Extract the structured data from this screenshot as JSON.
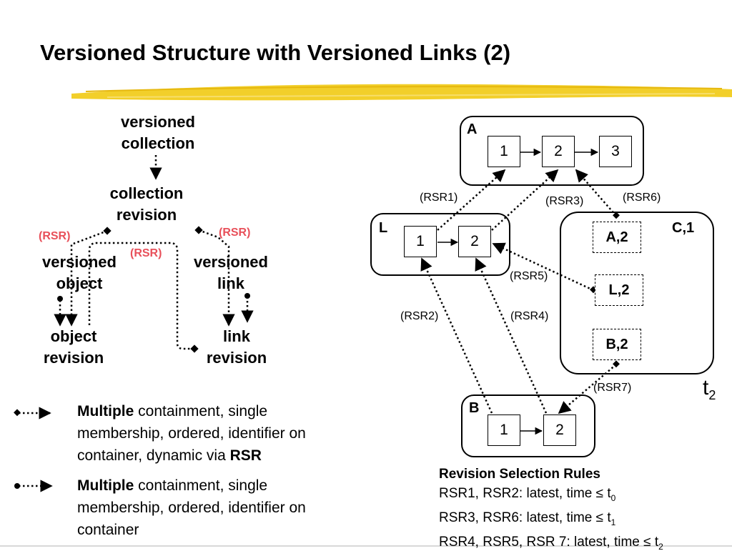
{
  "title": "Versioned Structure with Versioned Links (2)",
  "left_diagram": {
    "versioned_collection": [
      "versioned",
      "collection"
    ],
    "collection_revision": [
      "collection",
      "revision"
    ],
    "versioned_object": [
      "versioned",
      "object"
    ],
    "versioned_link": [
      "versioned",
      "link"
    ],
    "object_revision": [
      "object",
      "revision"
    ],
    "link_revision": [
      "link",
      "revision"
    ],
    "rsr_left": "(RSR)",
    "rsr_right": "(RSR)",
    "rsr_middle": "(RSR)"
  },
  "right_diagram": {
    "box_a": {
      "label": "A",
      "cells": [
        "1",
        "2",
        "3"
      ]
    },
    "box_l": {
      "label": "L",
      "cells": [
        "1",
        "2"
      ]
    },
    "box_c": {
      "label": "C,1",
      "cells": [
        "A,2",
        "L,2",
        "B,2"
      ]
    },
    "box_b": {
      "label": "B",
      "cells": [
        "1",
        "2"
      ]
    },
    "rsr_labels": {
      "rsr1": "(RSR1)",
      "rsr2": "(RSR2)",
      "rsr3": "(RSR3)",
      "rsr4": "(RSR4)",
      "rsr5": "(RSR5)",
      "rsr6": "(RSR6)",
      "rsr7": "(RSR7)"
    },
    "time_label": "t",
    "time_sub": "2"
  },
  "legend": {
    "item1": {
      "bold": "Multiple",
      "rest": " containment, single membership, ordered, identifier on container, dynamic via ",
      "bold_end": "RSR"
    },
    "item2": {
      "bold": "Multiple",
      "rest": " containment, single membership, ordered, identifier on container"
    }
  },
  "rules": {
    "heading": "Revision Selection Rules",
    "line1": {
      "text": "RSR1, RSR2:  latest, time ≤ t",
      "sub": "0"
    },
    "line2": {
      "text": "RSR3, RSR6:  latest, time ≤ t",
      "sub": "1"
    },
    "line3": {
      "text": "RSR4, RSR5, RSR 7:  latest, time ≤ t",
      "sub": "2"
    }
  },
  "colors": {
    "accent_red": "#e8505a",
    "brush_yellow": "#f2cf2a"
  }
}
